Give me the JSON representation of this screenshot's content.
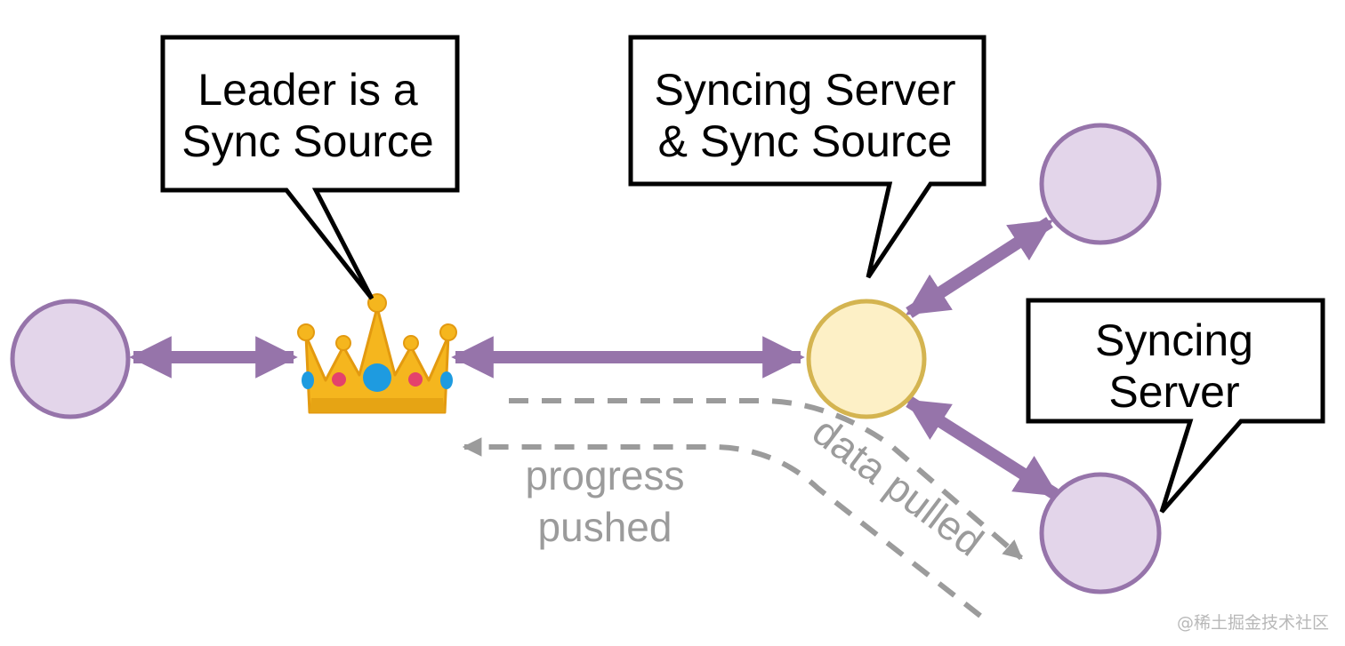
{
  "colors": {
    "node_fill": "#e3d5ea",
    "node_stroke": "#9674aa",
    "syncsource_fill": "#fdf0c6",
    "syncsource_stroke": "#d4b450",
    "arrow": "#9674aa",
    "dashed": "#9b9b9b",
    "callout_stroke": "#000000",
    "crown_gold": "#f5b61e",
    "crown_blue": "#1e9be0",
    "crown_red": "#e4426c"
  },
  "callouts": {
    "leader": {
      "line1": "Leader is a",
      "line2": "Sync Source"
    },
    "sync_source": {
      "line1": "Syncing Server",
      "line2": "& Sync Source"
    },
    "syncing_server": {
      "line1": "Syncing",
      "line2": "Server"
    }
  },
  "labels": {
    "progress_line1": "progress",
    "progress_line2": "pushed",
    "data_pulled": "data pulled"
  },
  "icons": {
    "leader": "crown-icon"
  },
  "watermark": "@稀土掘金技术社区"
}
